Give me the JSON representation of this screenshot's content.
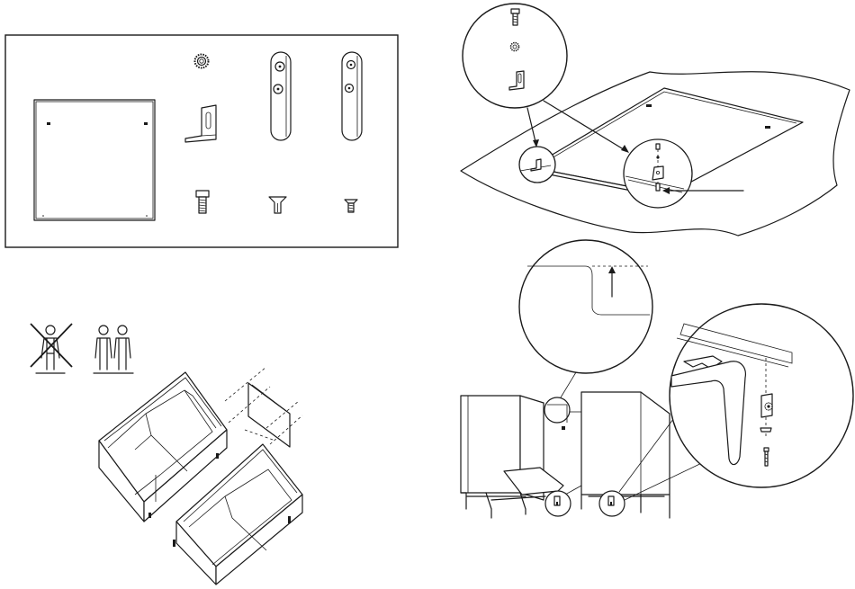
{
  "diagram": {
    "panels": [
      {
        "id": "parts-list",
        "parts": [
          "panel",
          "toothed-washer",
          "angle-bracket",
          "connector-plate-a",
          "connector-plate-b",
          "cap-screw",
          "sleeve-nut",
          "countersunk-screw"
        ]
      },
      {
        "id": "two-person-assembly",
        "icons": [
          "one-person-crossed",
          "two-persons"
        ]
      },
      {
        "id": "panel-bracket-mounting"
      },
      {
        "id": "sofa-joining-detail"
      }
    ],
    "text": []
  },
  "colors": {
    "line": "#1a1a1a",
    "background": "#ffffff",
    "shade": "#e9e9e9"
  }
}
